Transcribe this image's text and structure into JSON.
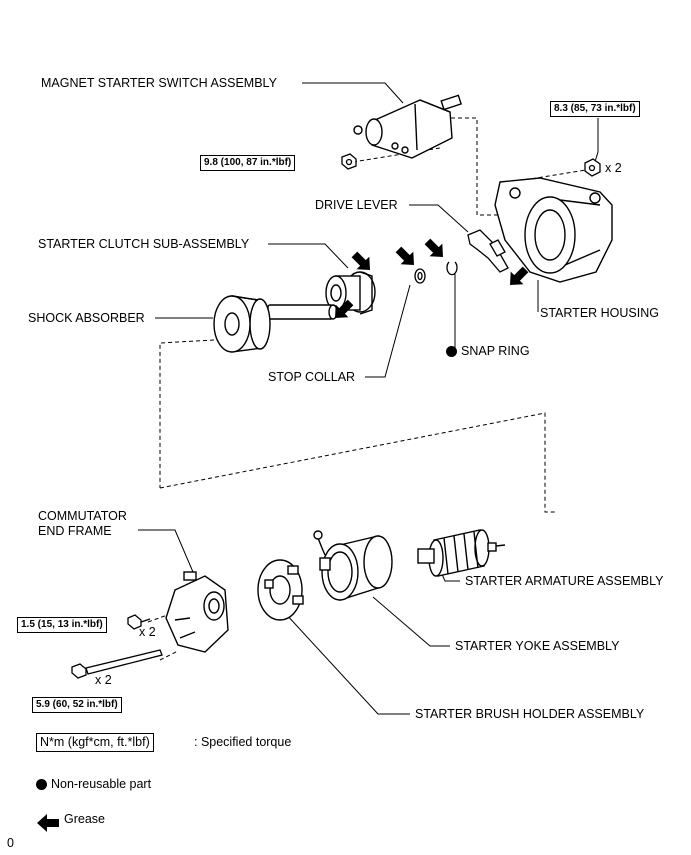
{
  "labels": {
    "magnet_switch": "MAGNET STARTER SWITCH ASSEMBLY",
    "drive_lever": "DRIVE LEVER",
    "starter_clutch": "STARTER CLUTCH SUB-ASSEMBLY",
    "shock_absorber": "SHOCK ABSORBER",
    "starter_housing": "STARTER HOUSING",
    "snap_ring": "SNAP RING",
    "stop_collar": "STOP COLLAR",
    "commutator_line1": "COMMUTATOR",
    "commutator_line2": "END FRAME",
    "armature": "STARTER ARMATURE ASSEMBLY",
    "yoke": "STARTER YOKE ASSEMBLY",
    "brush_holder": "STARTER BRUSH HOLDER ASSEMBLY"
  },
  "torques": {
    "housing_nut": "8.3 (85, 73 in.*lbf)",
    "switch_nut": "9.8 (100, 87 in.*lbf)",
    "end_frame_screw": "1.5 (15, 13 in.*lbf)",
    "through_bolt": "5.9 (60, 52 in.*lbf)"
  },
  "quantities": {
    "housing_nut": "x 2",
    "end_frame_screw": "x 2",
    "through_bolt": "x 2"
  },
  "legend": {
    "torque_box": "N*m (kgf*cm, ft.*lbf)",
    "torque_text": ": Specified torque",
    "nonreusable": "Non-reusable part",
    "grease": "Grease"
  },
  "footer": {
    "code": "0"
  },
  "colors": {
    "line": "#000000",
    "background": "#ffffff"
  }
}
